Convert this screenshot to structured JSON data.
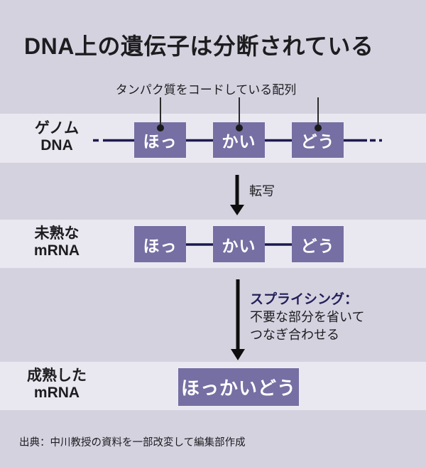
{
  "title": "DNA上の遺伝子は分断されている",
  "annotation": {
    "label": "タンパク質をコードしている配列"
  },
  "rows": {
    "genome": {
      "label_line1": "ゲノム",
      "label_line2": "DNA",
      "boxes": [
        "ほっ",
        "かい",
        "どう"
      ]
    },
    "immature": {
      "label_line1": "未熟な",
      "label_line2": "mRNA",
      "boxes": [
        "ほっ",
        "かい",
        "どう"
      ]
    },
    "mature": {
      "label_line1": "成熟した",
      "label_line2": "mRNA",
      "box": "ほっかいどう"
    }
  },
  "steps": {
    "transcription": {
      "label": "転写"
    },
    "splicing": {
      "label": "スプライシング：",
      "desc_line1": "不要な部分を省いて",
      "desc_line2": "つなぎ合わせる"
    }
  },
  "footer": {
    "source": "出典：中川教授の資料を一部改変して編集部作成"
  },
  "colors": {
    "background": "#d5d2e0",
    "band": "#e9e7f0",
    "box": "#756fa3",
    "box_text": "#ffffff",
    "dna_line": "#1b1a4e",
    "leader_line": "#2b2b2b",
    "dot": "#1a1a1a",
    "arrow": "#0e0e0e",
    "splicing_label": "#23205a",
    "text": "#1d1d1f"
  }
}
